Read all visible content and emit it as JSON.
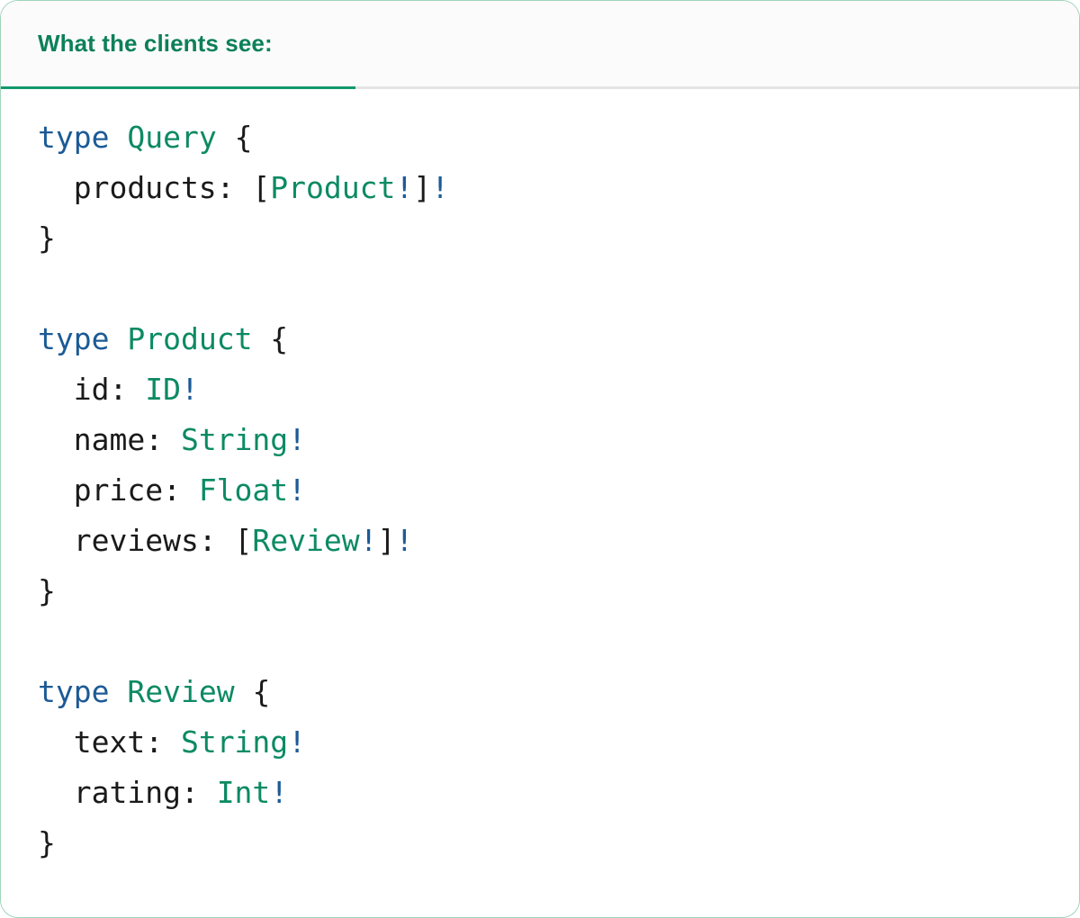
{
  "card": {
    "border_color": "#9fd4bc",
    "background": "#ffffff"
  },
  "tabstrip": {
    "background": "#fbfbfb",
    "divider_color": "#e4e4e4",
    "active_tab": {
      "label": "What the clients see:",
      "underline_color": "#12996e",
      "text_color": "#0d8059"
    }
  },
  "theme": {
    "keyword_color": "#1c5a96",
    "type_color": "#0c8a63",
    "field_color": "#1a1a1a",
    "punct_color": "#1a1a1a",
    "bang_color": "#1c5a96"
  },
  "code": {
    "language": "graphql",
    "lines": [
      {
        "kw": "type",
        "sp": " ",
        "name": "Query",
        "brace": " {"
      },
      {
        "field": "  products: ",
        "open": "[",
        "type": "Product",
        "bang1": "!",
        "close": "]",
        "bang2": "!"
      },
      {
        "brace": "}"
      },
      {
        "blank": true
      },
      {
        "kw": "type",
        "sp": " ",
        "name": "Product",
        "brace": " {"
      },
      {
        "field": "  id: ",
        "type": "ID",
        "bang1": "!"
      },
      {
        "field": "  name: ",
        "type": "String",
        "bang1": "!"
      },
      {
        "field": "  price: ",
        "type": "Float",
        "bang1": "!"
      },
      {
        "field": "  reviews: ",
        "open": "[",
        "type": "Review",
        "bang1": "!",
        "close": "]",
        "bang2": "!"
      },
      {
        "brace": "}"
      },
      {
        "blank": true
      },
      {
        "kw": "type",
        "sp": " ",
        "name": "Review",
        "brace": " {"
      },
      {
        "field": "  text: ",
        "type": "String",
        "bang1": "!"
      },
      {
        "field": "  rating: ",
        "type": "Int",
        "bang1": "!"
      },
      {
        "brace": "}"
      }
    ]
  }
}
